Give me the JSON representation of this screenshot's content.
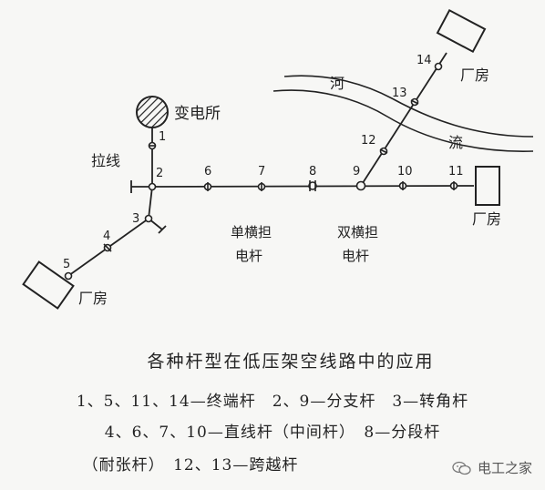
{
  "labels": {
    "substation": "变电所",
    "guy_wire": "拉线",
    "factory_top": "厂房",
    "factory_right": "厂房",
    "factory_left": "厂房",
    "river_1": "河",
    "river_2": "流",
    "single_crossarm_1": "单横担",
    "single_crossarm_2": "电杆",
    "double_crossarm_1": "双横担",
    "double_crossarm_2": "电杆"
  },
  "pole_numbers": [
    "1",
    "2",
    "3",
    "4",
    "5",
    "6",
    "7",
    "8",
    "9",
    "10",
    "11",
    "12",
    "13",
    "14"
  ],
  "caption": {
    "title": "各种杆型在低压架空线路中的应用",
    "line1": "1、5、11、14—终端杆　2、9—分支杆　3—转角杆",
    "line2": "4、6、7、10—直线杆（中间杆）　8—分段杆",
    "line3": "（耐张杆）　12、13—跨越杆"
  },
  "watermark": {
    "text": "电工之家",
    "icon": "wechat-icon"
  }
}
